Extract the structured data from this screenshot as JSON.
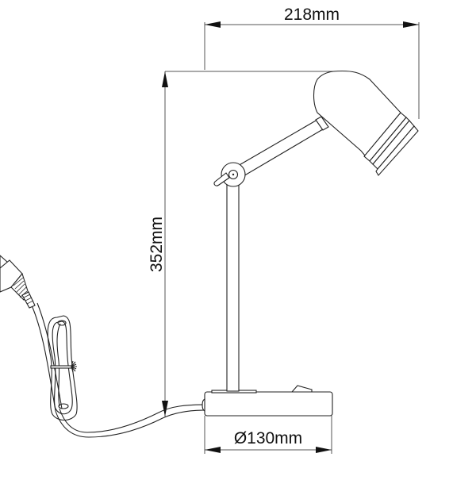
{
  "drawing": {
    "subject": "Desk lamp dimension drawing",
    "dimensions": {
      "width": {
        "label": "218mm",
        "value": 218,
        "unit": "mm"
      },
      "height": {
        "label": "352mm",
        "value": 352,
        "unit": "mm"
      },
      "base_diameter": {
        "label": "Ø130mm",
        "value": 130,
        "unit": "mm"
      }
    },
    "components": [
      "lamp-head",
      "head-rings",
      "upper-arm",
      "elbow-joint",
      "joint-knob",
      "vertical-stem",
      "round-base",
      "rocker-switch",
      "power-cable",
      "cable-tie",
      "power-plug"
    ],
    "colors": {
      "line": "#222222",
      "dimension_line": "#555555",
      "text": "#111111",
      "background": "#ffffff"
    }
  }
}
